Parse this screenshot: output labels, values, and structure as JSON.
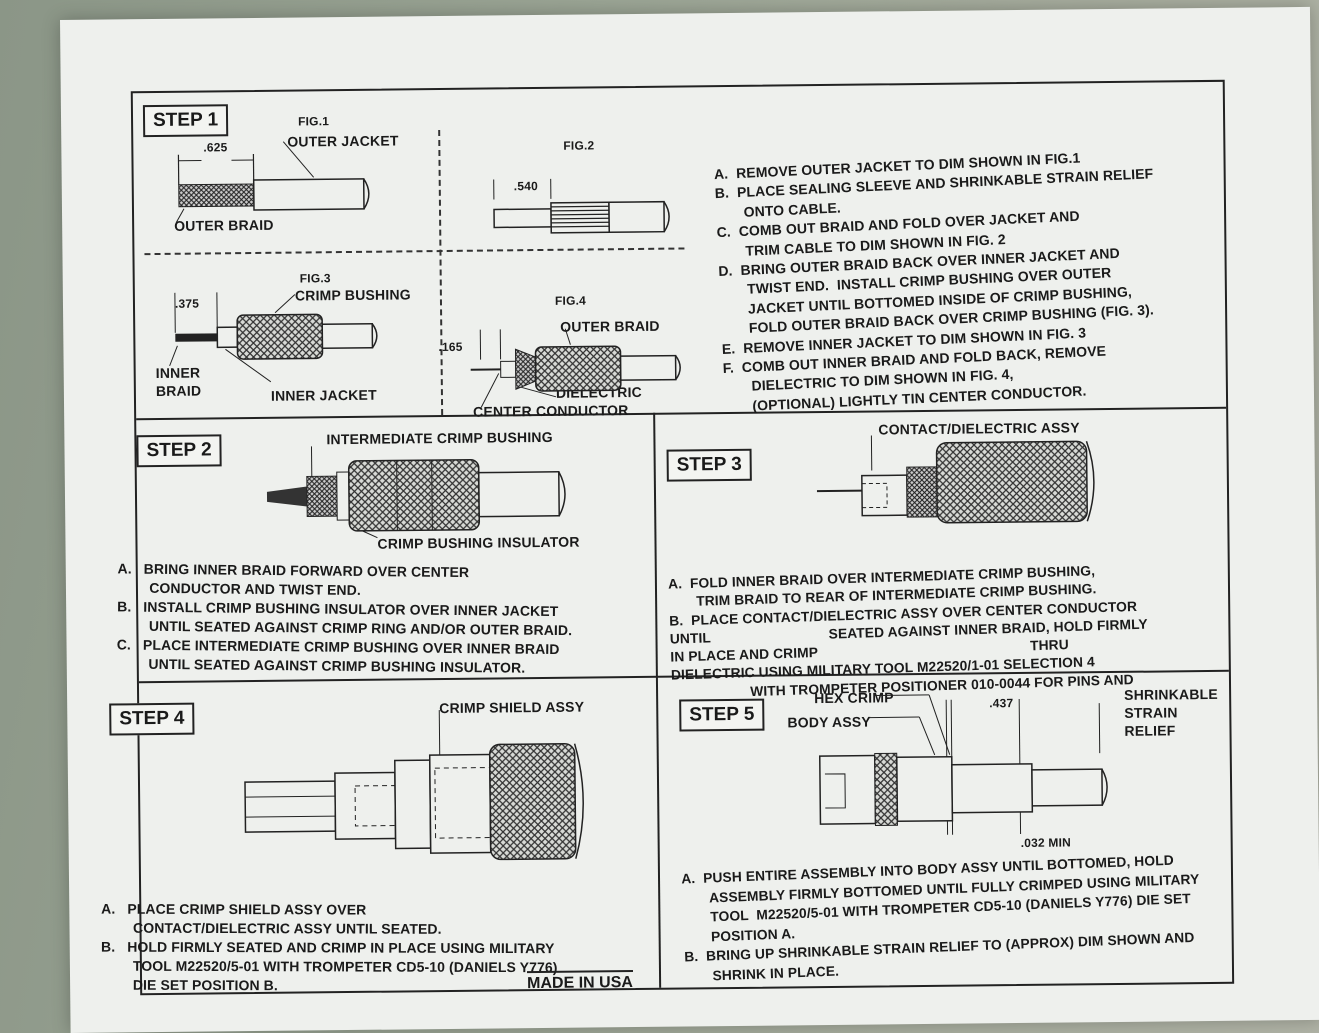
{
  "steps": {
    "step1": {
      "title": "STEP 1",
      "fig1": {
        "title": "FIG.1",
        "dim": ".625",
        "label_outer_jacket": "OUTER JACKET",
        "label_outer_braid": "OUTER BRAID"
      },
      "fig2": {
        "title": "FIG.2",
        "dim": ".540"
      },
      "fig3": {
        "title": "FIG.3",
        "dim": ".375",
        "label_crimp_bushing": "CRIMP BUSHING",
        "label_inner_braid_1": "INNER",
        "label_inner_braid_2": "BRAID",
        "label_inner_jacket": "INNER JACKET"
      },
      "fig4": {
        "title": "FIG.4",
        "dim": ".165",
        "label_outer_braid": "OUTER BRAID",
        "label_dielectric": "DIELECTRIC",
        "label_center_conductor": "CENTER CONDUCTOR"
      },
      "instructions": [
        "A.  REMOVE OUTER JACKET TO DIM SHOWN IN FIG.1",
        "B.  PLACE SEALING SLEEVE AND SHRINKABLE STRAIN RELIEF",
        "       ONTO CABLE.",
        "C.  COMB OUT BRAID AND FOLD OVER JACKET AND",
        "       TRIM CABLE TO DIM SHOWN IN FIG. 2",
        "D.  BRING OUTER BRAID BACK OVER INNER JACKET AND",
        "       TWIST END.  INSTALL CRIMP BUSHING OVER OUTER",
        "       JACKET UNTIL BOTTOMED INSIDE OF CRIMP BUSHING,",
        "       FOLD OUTER BRAID BACK OVER CRIMP BUSHING (FIG. 3).",
        "E.  REMOVE INNER JACKET TO DIM SHOWN IN FIG. 3",
        "F.  COMB OUT INNER BRAID AND FOLD BACK, REMOVE",
        "       DIELECTRIC TO DIM SHOWN IN FIG. 4,",
        "       (OPTIONAL) LIGHTLY TIN CENTER CONDUCTOR."
      ]
    },
    "step2": {
      "title": "STEP 2",
      "label_intermediate": "INTERMEDIATE CRIMP BUSHING",
      "label_insulator": "CRIMP BUSHING INSULATOR",
      "instructions": [
        "A.   BRING INNER BRAID FORWARD OVER CENTER",
        "        CONDUCTOR AND TWIST END.",
        "B.   INSTALL CRIMP BUSHING INSULATOR OVER INNER JACKET",
        "        UNTIL SEATED AGAINST CRIMP RING AND/OR OUTER BRAID.",
        "C.   PLACE INTERMEDIATE CRIMP BUSHING OVER INNER BRAID",
        "        UNTIL SEATED AGAINST CRIMP BUSHING INSULATOR."
      ]
    },
    "step3": {
      "title": "STEP 3",
      "label_contact": "CONTACT/DIELECTRIC ASSY",
      "instructions": [
        "A.  FOLD INNER BRAID OVER INTERMEDIATE CRIMP BUSHING,",
        "       TRIM BRAID TO REAR OF INTERMEDIATE CRIMP BUSHING.",
        "B.  PLACE CONTACT/DIELECTRIC ASSY OVER CENTER CONDUCTOR",
        "UNTIL                              SEATED AGAINST INNER BRAID, HOLD FIRMLY",
        "IN PLACE AND CRIMP                                                      THRU",
        "DIELECTRIC USING MILITARY TOOL M22520/1-01 SELECTION 4",
        "                    WITH TROMPETER POSITIONER 010-0044 FOR PINS AND"
      ]
    },
    "step4": {
      "title": "STEP 4",
      "label_shield": "CRIMP SHIELD ASSY",
      "instructions": [
        "A.   PLACE CRIMP SHIELD ASSY OVER",
        "        CONTACT/DIELECTRIC ASSY UNTIL SEATED.",
        "B.   HOLD FIRMLY SEATED AND CRIMP IN PLACE USING MILITARY",
        "        TOOL M22520/5-01 WITH TROMPETER CD5-10 (DANIELS Y776)",
        "        DIE SET POSITION B."
      ],
      "made_in": "MADE IN USA"
    },
    "step5": {
      "title": "STEP 5",
      "label_hex": "HEX CRIMP",
      "label_body": "BODY ASSY",
      "dim_437": ".437",
      "label_shrink_1": "SHRINKABLE",
      "label_shrink_2": "STRAIN",
      "label_shrink_3": "RELIEF",
      "dim_032": ".032 MIN",
      "instructions": [
        "A.  PUSH ENTIRE ASSEMBLY INTO BODY ASSY UNTIL BOTTOMED, HOLD",
        "       ASSEMBLY FIRMLY BOTTOMED UNTIL FULLY CRIMPED USING MILITARY",
        "       TOOL  M22520/5-01 WITH TROMPETER CD5-10 (DANIELS Y776) DIE SET",
        "       POSITION A.",
        "B.  BRING UP SHRINKABLE STRAIN RELIEF TO (APPROX) DIM SHOWN AND",
        "       SHRINK IN PLACE."
      ]
    }
  }
}
